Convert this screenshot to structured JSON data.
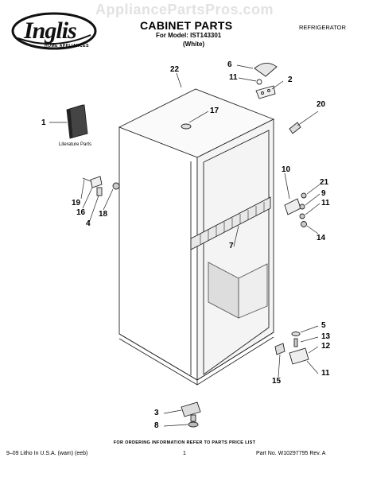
{
  "watermark": "AppliancePartsPros.com",
  "header": {
    "brand": "Inglis",
    "brand_sub": "HOME APPLIANCES",
    "title": "CABINET PARTS",
    "model_line": "For Model: IST143301",
    "color_line": "(White)",
    "category": "REFRIGERATOR"
  },
  "literature_label": "Literature Parts",
  "callouts": {
    "c1": "1",
    "c2": "2",
    "c3": "3",
    "c4": "4",
    "c5": "5",
    "c6": "6",
    "c7": "7",
    "c8": "8",
    "c9": "9",
    "c10": "10",
    "c11a": "11",
    "c11b": "11",
    "c11c": "11",
    "c12": "12",
    "c13": "13",
    "c14": "14",
    "c15": "15",
    "c16": "16",
    "c17": "17",
    "c18": "18",
    "c19": "19",
    "c20": "20",
    "c21": "21",
    "c22": "22"
  },
  "footer": {
    "order_note": "FOR ORDERING INFORMATION REFER TO PARTS PRICE LIST",
    "left": "9–09 Litho In U.S.A. (wam) (eeb)",
    "page": "1",
    "right": "Part No. W10297795 Rev. A"
  }
}
